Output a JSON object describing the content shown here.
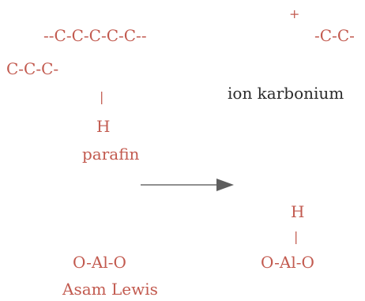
{
  "colors": {
    "reactant_text": "#c25a4f",
    "label_text": "#2b2b2b",
    "arrow": "#6b6b6b"
  },
  "left": {
    "chain_top": "--C-C-C-C-C--",
    "chain_mid": "C-C-C-",
    "bond": "|",
    "hydrogen": "H",
    "name": "parafin",
    "catalyst": "O-Al-O",
    "catalyst_name": "Asam Lewis"
  },
  "right": {
    "charge": "+",
    "fragment": "-C-C-",
    "ion_name": "ion karbonium",
    "hydrogen": "H",
    "bond": "|",
    "catalyst": "O-Al-O"
  },
  "arrow_icon": "right-arrow-icon"
}
